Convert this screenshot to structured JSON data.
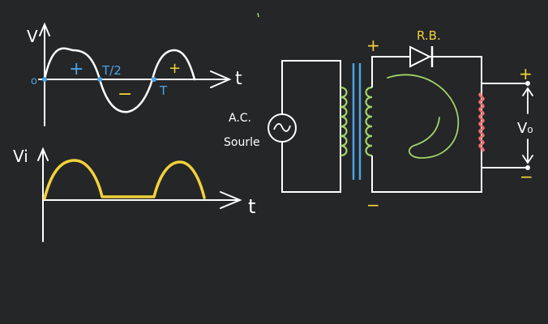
{
  "colors": {
    "background": "#252627",
    "ink": "#ffffff",
    "blue": "#4aa3e8",
    "yellow": "#f2d23a",
    "green": "#9fd36b",
    "red": "#e86f6f"
  },
  "graph_input": {
    "y_label": "V",
    "x_label": "t",
    "origin_label": "o",
    "plus_label": "+",
    "minus_label": "−",
    "half_period_label": "T/2",
    "period_label": "T",
    "second_plus_label": "+"
  },
  "graph_output": {
    "y_label": "Vi",
    "x_label": "t"
  },
  "circuit": {
    "source_label_line1": "A.C.",
    "source_label_line2": "Sourle",
    "diode_label": "R.B.",
    "secondary_top_sign": "+",
    "secondary_bottom_sign": "−",
    "output_plus": "+",
    "output_minus": "−",
    "output_label": "V₀"
  }
}
